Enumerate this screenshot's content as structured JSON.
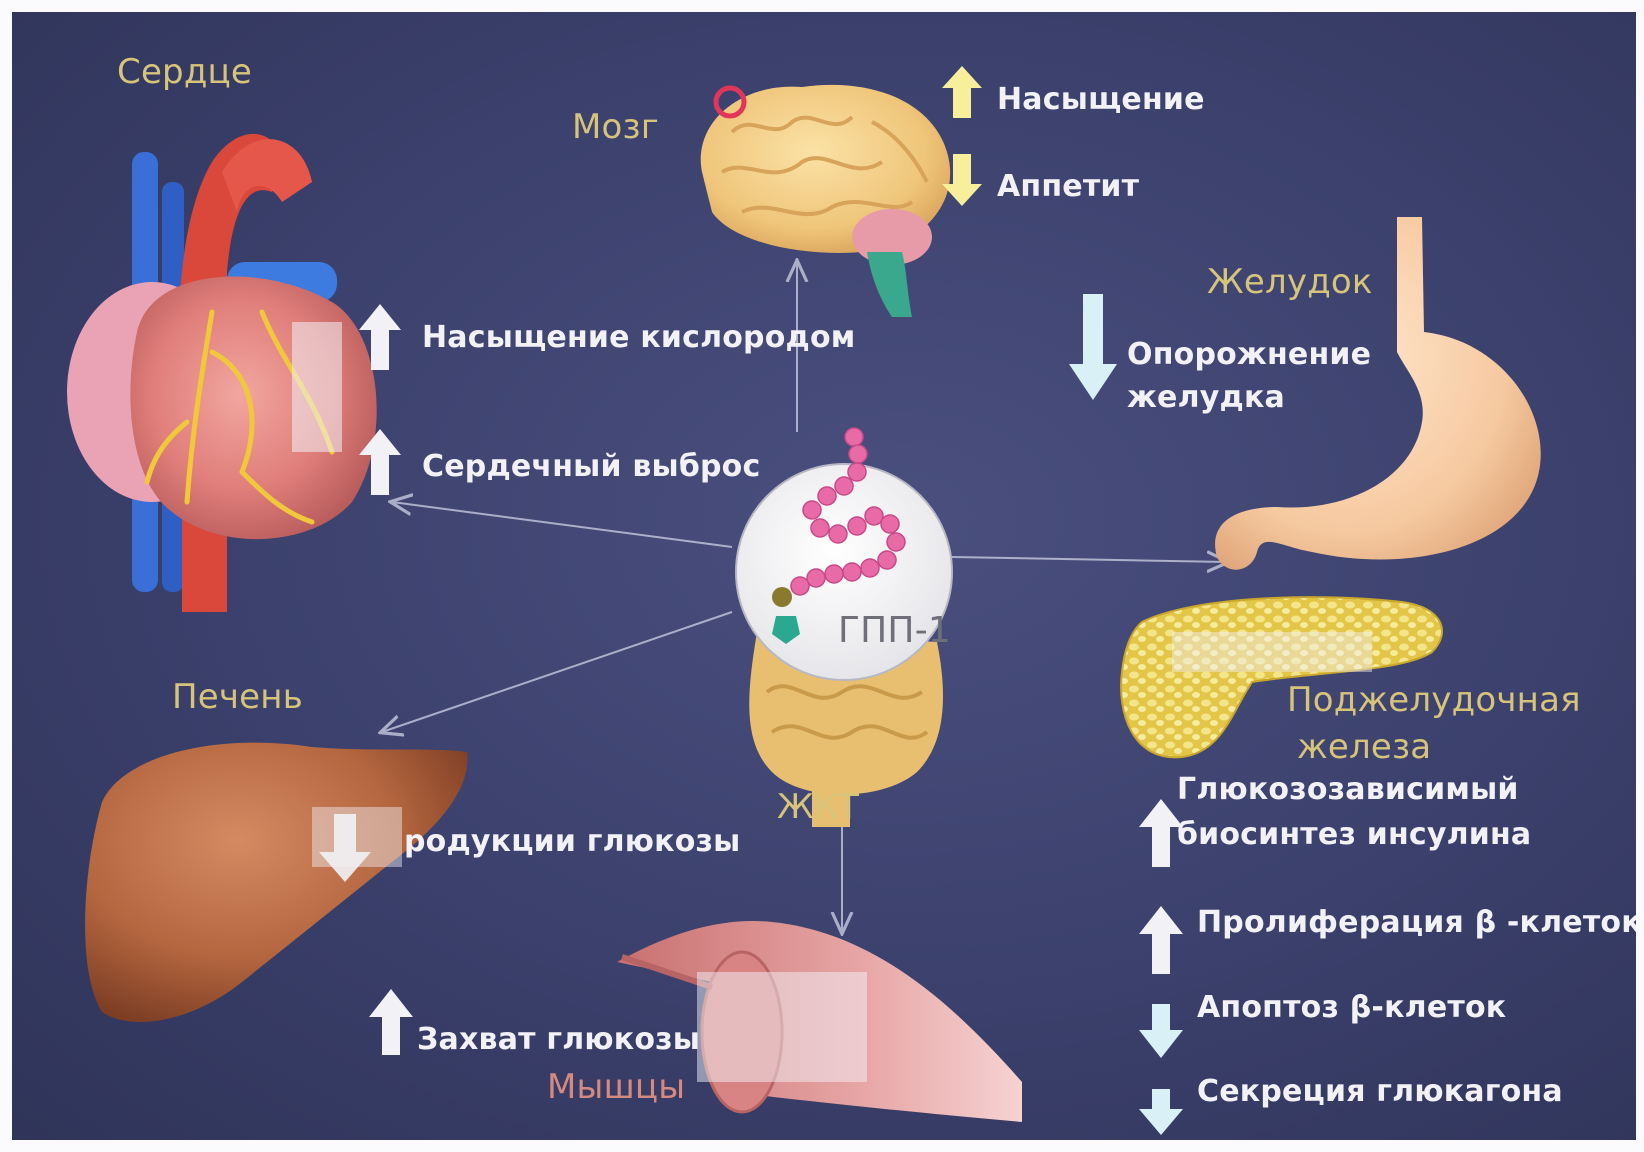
{
  "organs": {
    "heart": "Сердце",
    "brain": "Мозг",
    "stomach": "Желудок",
    "liver": "Печень",
    "pancreas_1": "Поджелудочная",
    "pancreas_2": "железа",
    "gut": "ЖКТ",
    "muscle": "Мышцы"
  },
  "center": {
    "label": "ГПП-1"
  },
  "effects": {
    "satiety": {
      "text": "Насыщение",
      "direction": "up"
    },
    "appetite": {
      "text": "Аппетит",
      "direction": "down"
    },
    "oxygen": {
      "text": "Насыщение кислородом",
      "direction": "up"
    },
    "cardiac_output": {
      "text": "Сердечный выброс",
      "direction": "up"
    },
    "gastric_emptying_1": "Опорожнение",
    "gastric_emptying_2": "желудка",
    "gastric_emptying_direction": "down",
    "glucose_production": {
      "text": "родукции глюкозы",
      "direction": "down"
    },
    "glucose_uptake": {
      "text": "Захват глюкозы",
      "direction": "up"
    },
    "insulin_1": "Глюкозозависимый",
    "insulin_2": "биосинтез инсулина",
    "insulin_direction": "up",
    "proliferation": {
      "text": "Пролиферация β -клеток",
      "direction": "up"
    },
    "apoptosis": {
      "text": "Апоптоз β-клеток",
      "direction": "down"
    },
    "glucagon": {
      "text": "Секреция глюкагона",
      "direction": "down"
    }
  },
  "colors": {
    "background": "#3b406c",
    "organ_label": "#d6c47a",
    "effect_label": "#f2f2f6",
    "arrow_light": "#d9f1f6",
    "muscle_label": "#d58a80"
  }
}
